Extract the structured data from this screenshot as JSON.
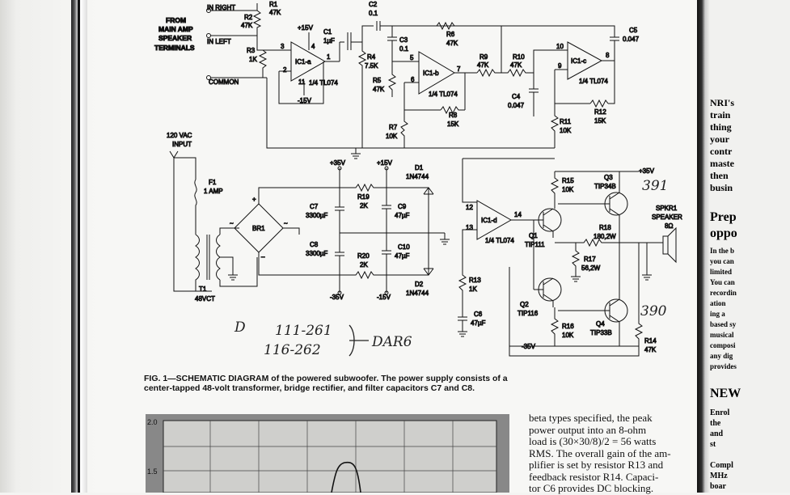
{
  "schematic": {
    "inputs": {
      "source": [
        "FROM",
        "MAIN AMP",
        "SPEAKER",
        "TERMINALS"
      ],
      "in_right": "IN RIGHT",
      "in_left": "IN LEFT",
      "common": "COMMON"
    },
    "components": {
      "R1": [
        "R1",
        "47K"
      ],
      "R2": [
        "R2",
        "47K"
      ],
      "R3": [
        "R3",
        "1K"
      ],
      "C1": [
        "C1",
        "1µF"
      ],
      "C2": [
        "C2",
        "0.1"
      ],
      "C3": [
        "C3",
        "0.1"
      ],
      "R4": [
        "R4",
        "7.5K"
      ],
      "R5": [
        "R5",
        "47K"
      ],
      "R6": [
        "R6",
        "47K"
      ],
      "R7": [
        "R7",
        "10K"
      ],
      "R8": [
        "R8",
        "15K"
      ],
      "R9": [
        "R9",
        "47K"
      ],
      "R10": [
        "R10",
        "47K"
      ],
      "C4": [
        "C4",
        "0.047"
      ],
      "C5": [
        "C5",
        "0.047"
      ],
      "R11": [
        "R11",
        "10K"
      ],
      "R12": [
        "R12",
        "15K"
      ],
      "IC1a": [
        "IC1-a",
        "1/4 TL074"
      ],
      "IC1b": [
        "IC1-b",
        "1/4 TL074"
      ],
      "IC1c": [
        "IC1-c",
        "1/4 TL074"
      ],
      "IC1d": [
        "IC1-d",
        "1/4 TL074"
      ],
      "F1": [
        "F1",
        "1 AMP"
      ],
      "BR1": [
        "BR1"
      ],
      "T1": [
        "T1",
        "48VCT"
      ],
      "C7": [
        "C7",
        "3300µF"
      ],
      "C8": [
        "C8",
        "3300µF"
      ],
      "R19": [
        "R19",
        "2K"
      ],
      "R20": [
        "R20",
        "2K"
      ],
      "C9": [
        "C9",
        "47µF"
      ],
      "C10": [
        "C10",
        "47µF"
      ],
      "D1": [
        "D1",
        "1N4744"
      ],
      "D2": [
        "D2",
        "1N4744"
      ],
      "R13": [
        "R13",
        "1K"
      ],
      "C6": [
        "C6",
        "47µF"
      ],
      "R15": [
        "R15",
        "10K"
      ],
      "R16": [
        "R16",
        "10K"
      ],
      "Q1": [
        "Q1",
        "TIP111"
      ],
      "Q2": [
        "Q2",
        "TIP116"
      ],
      "Q3": [
        "Q3",
        "TIP34B"
      ],
      "Q4": [
        "Q4",
        "TIP33B"
      ],
      "R18": [
        "R18",
        "180,2W"
      ],
      "R17": [
        "R17",
        "56,2W"
      ],
      "R14": [
        "R14",
        "47K"
      ],
      "SPKR1": [
        "SPKR1",
        "SPEAKER",
        "8Ω"
      ]
    },
    "rails": {
      "p15": "+15V",
      "m15": "-15V",
      "p35": "+35V",
      "m35": "-35V",
      "p15b": "+15V",
      "m15b": "-15V",
      "m35b": "-35V",
      "p35b": "+35V"
    },
    "ac_input": [
      "120 VAC",
      "INPUT"
    ],
    "pins": [
      "3",
      "1",
      "2",
      "4",
      "11",
      "5",
      "7",
      "6",
      "10",
      "8",
      "9",
      "12",
      "14",
      "13"
    ]
  },
  "handwriting": {
    "line1": "111-261",
    "line2": "116-262",
    "suffix": "DAR6",
    "mark": "D",
    "q3_note": "391",
    "q4_note": "390"
  },
  "caption": {
    "lead": "FIG. 1—SCHEMATIC DIAGRAM of the powered subwoofer.",
    "rest": "The power supply consists of a center-tapped 48-volt transformer, bridge rectifier, and filter capacitors C7 and C8."
  },
  "graph": {
    "y_ticks": [
      "2.0",
      "1.5"
    ]
  },
  "body_text": [
    "beta types specified, the peak",
    "power output into an 8-ohm",
    "load is (30×30/8)/2 = 56 watts",
    "RMS. The overall gain of the am-",
    "plifier is set by resistor R13 and",
    "feedback resistor R14. Capaci-",
    "tor C6 provides DC blocking."
  ],
  "right_column": [
    "NRI's",
    "train",
    "thing",
    "your",
    "contr",
    "maste",
    "then",
    "busin",
    "Prep",
    "oppo",
    "In the b",
    "you can",
    "limited",
    "You can",
    "recordin",
    "ation",
    "ing a",
    "based sy",
    "musical",
    "composi",
    "any dig",
    "provides",
    "NEW",
    "Enrol",
    "the",
    "and",
    "st",
    "Compl",
    "MHz",
    "boar"
  ]
}
